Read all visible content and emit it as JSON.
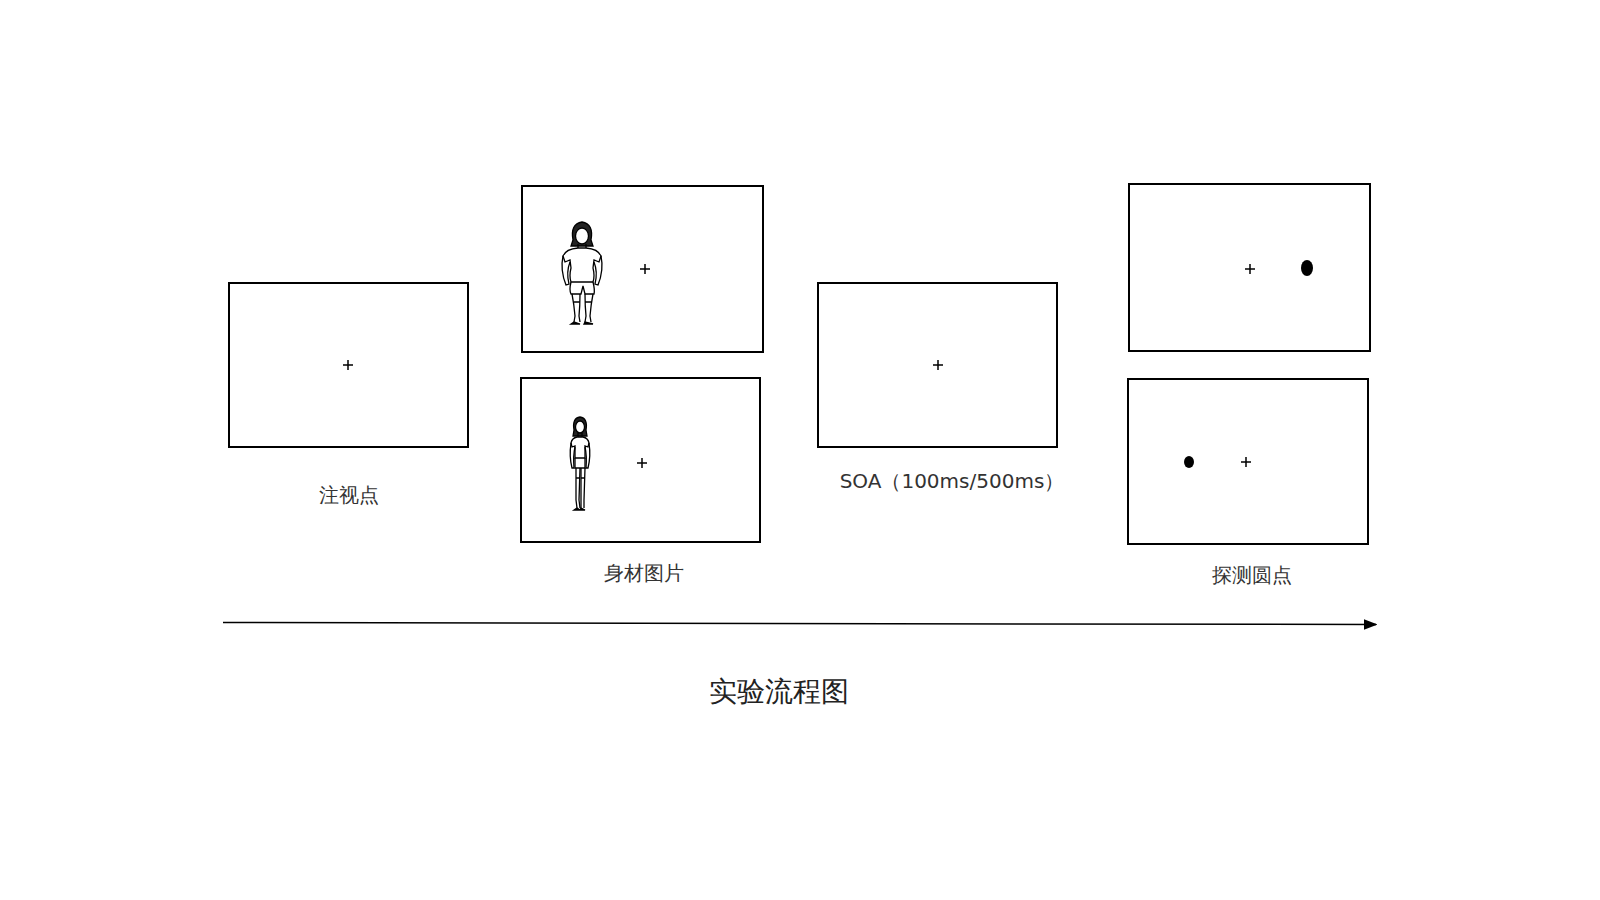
{
  "diagram": {
    "caption": "实验流程图",
    "nodes": [
      {
        "text": [
          "注视点"
        ]
      },
      {
        "text": [
          "身材图片"
        ]
      },
      {
        "text": [
          "SOA（100ms/500ms）"
        ]
      },
      {
        "text": [
          "探测圆点"
        ]
      }
    ]
  }
}
